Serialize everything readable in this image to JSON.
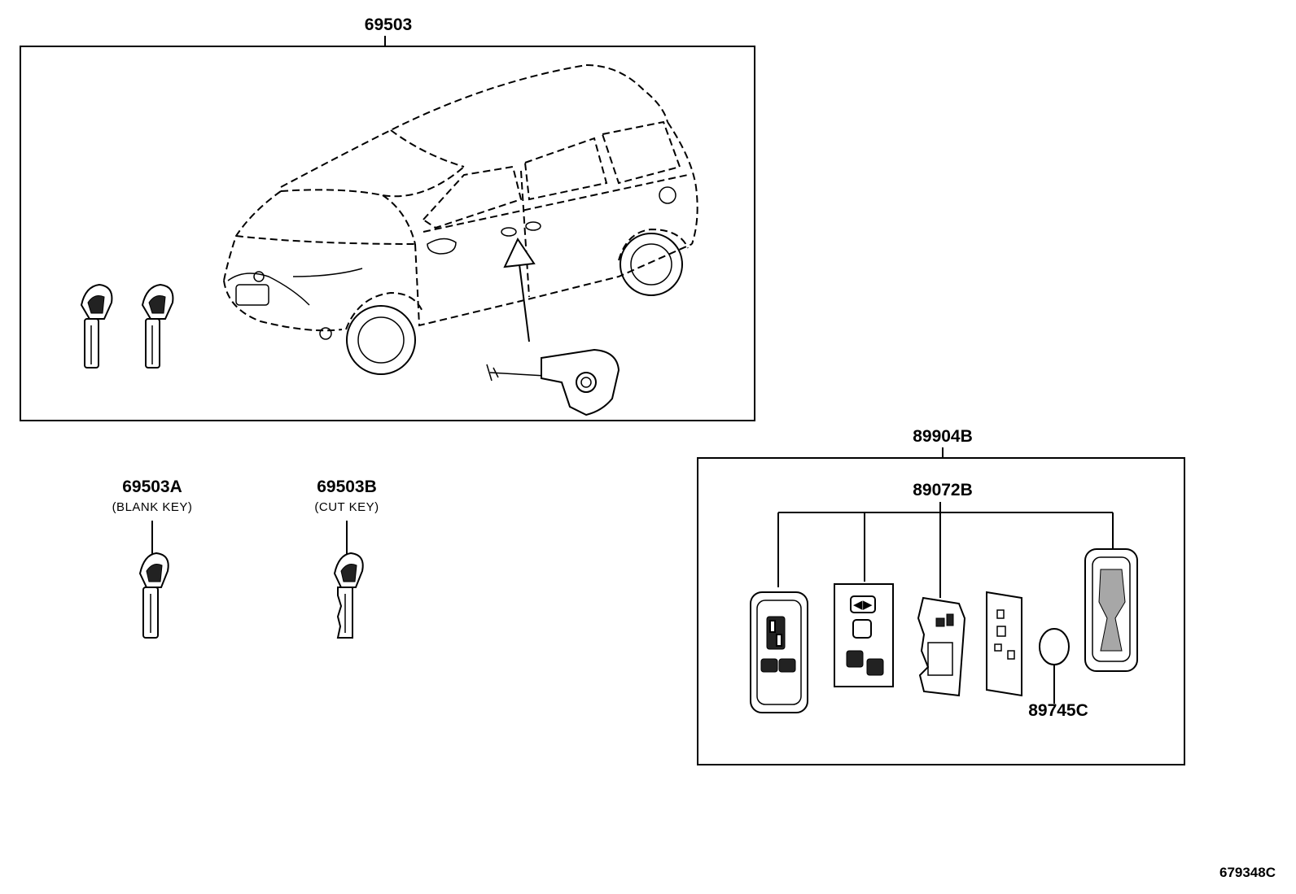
{
  "parts": {
    "main_assembly": "69503",
    "blank_key": "69503A",
    "blank_key_note": "(BLANK KEY)",
    "cut_key": "69503B",
    "cut_key_note": "(CUT KEY)",
    "transmitter_assembly": "89904B",
    "transmitter_housing": "89072B",
    "battery": "89745C"
  },
  "diagram_ref": "679348C"
}
